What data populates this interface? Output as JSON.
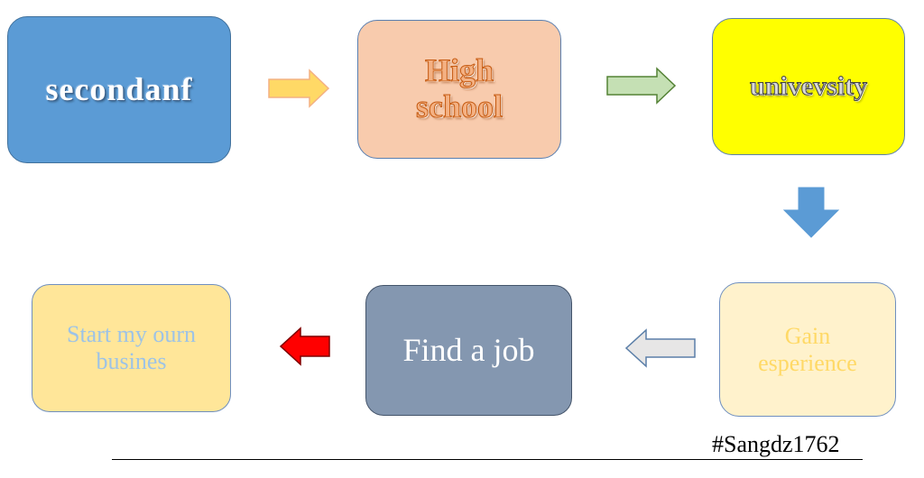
{
  "diagram": {
    "nodes": {
      "secondary": {
        "lines": [
          "secondanf"
        ]
      },
      "highschool": {
        "lines": [
          "High",
          "school"
        ]
      },
      "university": {
        "lines": [
          "univevsity"
        ]
      },
      "gain": {
        "lines": [
          "Gain",
          "esperience"
        ]
      },
      "findjob": {
        "lines": [
          "Find a job"
        ]
      },
      "business": {
        "lines": [
          "Start my ourn",
          "busines"
        ]
      }
    },
    "arrows": [
      {
        "from": "secondanf",
        "to": "High school",
        "direction": "right",
        "color": "#ffd966",
        "stroke": "#f4b183"
      },
      {
        "from": "High school",
        "to": "univevsity",
        "direction": "right",
        "color": "#c5e0b4",
        "stroke": "#548235"
      },
      {
        "from": "univevsity",
        "to": "Gain esperience",
        "direction": "down",
        "color": "#5b9bd5",
        "stroke": "#5b9bd5"
      },
      {
        "from": "Gain esperience",
        "to": "Find a job",
        "direction": "left",
        "color": "#e7e6e6",
        "stroke": "#5b7fa8"
      },
      {
        "from": "Find a job",
        "to": "Start my ourn busines",
        "direction": "left",
        "color": "#ff0000",
        "stroke": "#7f0000"
      }
    ]
  },
  "footer": {
    "signature": "#Sangdz1762"
  }
}
